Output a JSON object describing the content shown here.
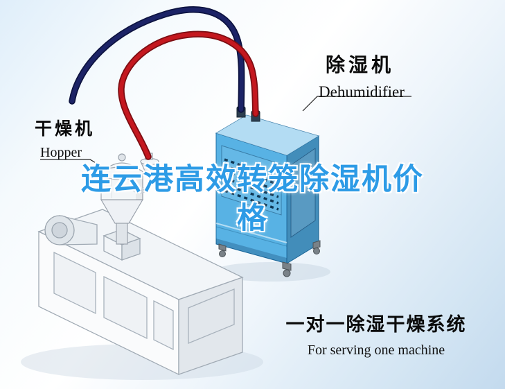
{
  "watermark": {
    "line1": "连云港高效转笼除湿机价",
    "line2": "格",
    "color": "#2d9be6"
  },
  "labels": {
    "hopper": {
      "zh": "干燥机",
      "en": "Hopper"
    },
    "dehumidifier": {
      "zh": "除湿机",
      "en": "Dehumidifier"
    },
    "system": {
      "zh": "一对一除湿干燥系统",
      "en": "For serving one machine"
    }
  },
  "diagram": {
    "cabinet_color": "#58b2e4",
    "hot_hose_color": "#c4181f",
    "cold_hose_color": "#1c2366"
  }
}
